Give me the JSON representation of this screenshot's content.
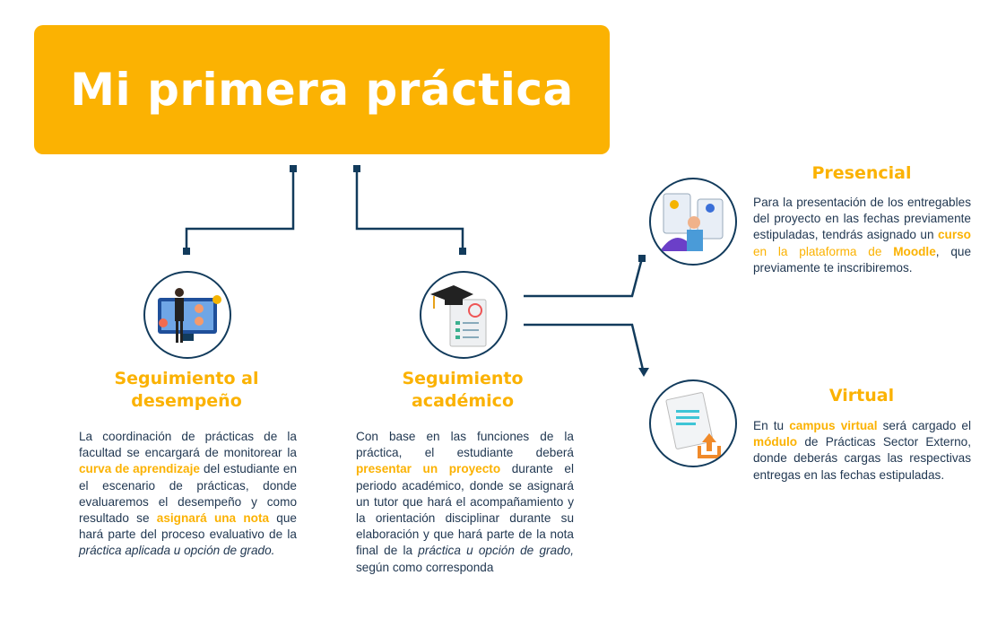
{
  "title": "Mi primera práctica",
  "colors": {
    "accent": "#fbb202",
    "line": "#123b5c",
    "text": "#1f3650"
  },
  "desempeno": {
    "heading_1": "Seguimiento al",
    "heading_2": "desempeño",
    "t1": "La coordinación de prácticas de la facultad se encargará de monitorear la ",
    "h1": "curva de aprendizaje",
    "t2": " del estudiante en el escenario de prácticas, donde evaluaremos el desempeño y como resultado se ",
    "h2": "asignará una nota",
    "t3": " que hará parte del proceso evaluativo de la ",
    "i1": "práctica aplicada u opción de grado."
  },
  "academico": {
    "heading_1": "Seguimiento",
    "heading_2": "académico",
    "t1": "Con base en las funciones de la práctica, el estudiante deberá ",
    "h1": "presentar un proyecto",
    "t2": " durante el periodo académico, donde se asignará un tutor que hará el acompañamiento y la orientación disciplinar durante su elaboración y que hará parte de la nota final de la ",
    "i1": "práctica u opción de grado,",
    "t3": " según como corresponda"
  },
  "presencial": {
    "heading": "Presencial",
    "t1": "Para la presentación de los entregables del proyecto en las fechas previamente estipuladas, tendrás asignado un ",
    "h1": "curso",
    "o1": " en la plataforma de ",
    "h2": "Moodle",
    "t2": ", que previamente te inscribiremos."
  },
  "virtual": {
    "heading": "Virtual",
    "t1": "En tu ",
    "h1": "campus virtual",
    "t2": " será cargado el ",
    "h2": "módulo",
    "t3": " de Prácticas Sector Externo, donde deberás cargas las respectivas entregas en las fechas estipuladas."
  }
}
